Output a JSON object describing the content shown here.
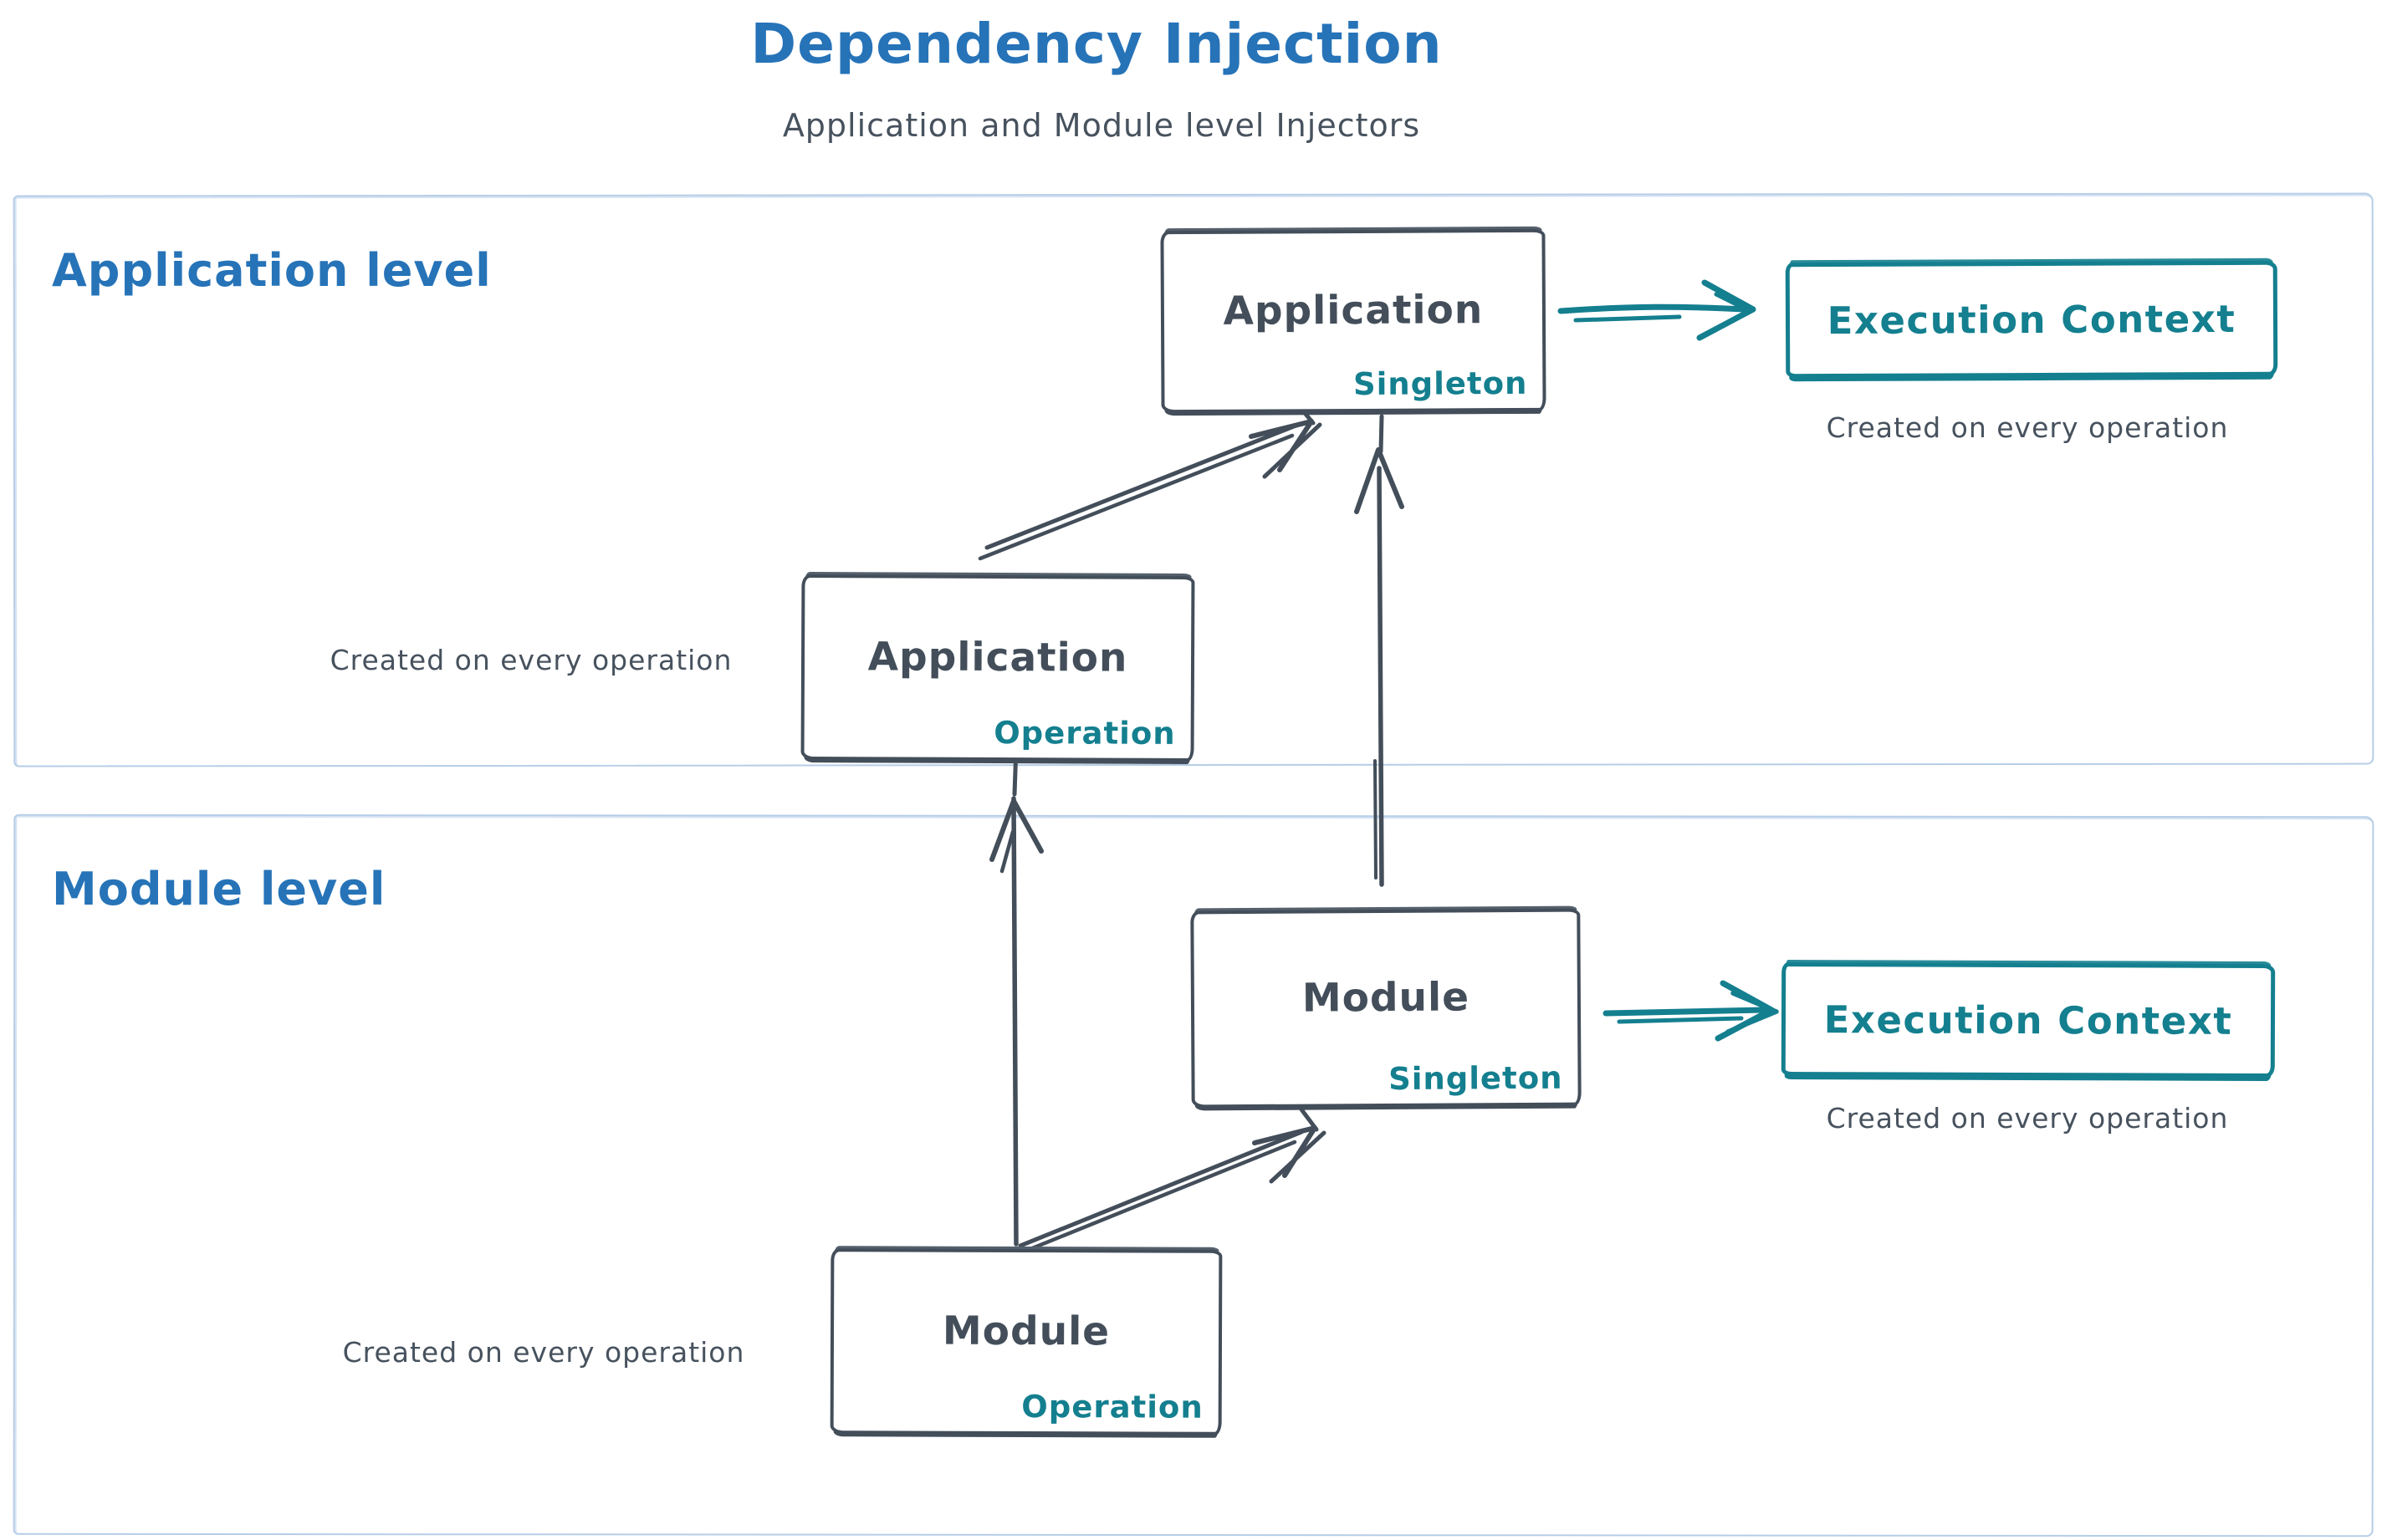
{
  "title": "Dependency Injection",
  "subtitle": "Application and Module level Injectors",
  "colors": {
    "heading_blue": "#2673b8",
    "slate": "#434e5a",
    "teal": "#147f8f",
    "section_border": "#b6cde7"
  },
  "sections": {
    "application": {
      "label": "Application level"
    },
    "module": {
      "label": "Module level"
    }
  },
  "boxes": {
    "app_singleton": {
      "title": "Application",
      "badge": "Singleton"
    },
    "app_operation": {
      "title": "Application",
      "badge": "Operation"
    },
    "module_singleton": {
      "title": "Module",
      "badge": "Singleton"
    },
    "module_operation": {
      "title": "Module",
      "badge": "Operation"
    },
    "exec_context_top": {
      "title": "Execution Context"
    },
    "exec_context_bottom": {
      "title": "Execution Context"
    }
  },
  "captions": {
    "exec_context_top": "Created on every operation",
    "app_operation": "Created on every operation",
    "exec_context_bottom": "Created on every operation",
    "module_operation": "Created on every operation"
  }
}
